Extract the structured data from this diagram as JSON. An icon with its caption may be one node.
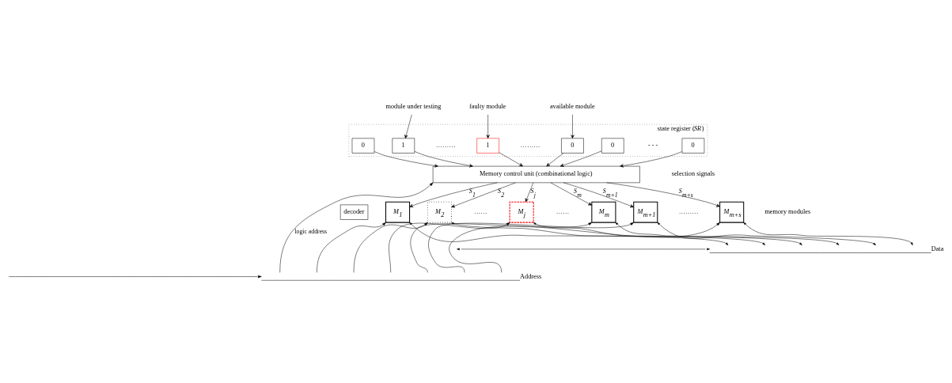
{
  "diagram": {
    "nodes": [
      {
        "text": [
          "module under testing"
        ]
      },
      {
        "text": [
          "faulty module"
        ]
      },
      {
        "text": [
          "available module"
        ]
      },
      {
        "text": [
          "state register (*SR*)"
        ]
      },
      {
        "text": [
          "0"
        ],
        "in": 3
      },
      {
        "text": [
          "1"
        ],
        "in": 3
      },
      {
        "text": [
          "1"
        ],
        "in": 3
      },
      {
        "text": [
          "0"
        ],
        "in": 3
      },
      {
        "text": [
          "0"
        ],
        "in": 3
      },
      {
        "text": [
          "0"
        ],
        "in": 3
      },
      {
        "text": [
          "Memory control unit (combinational logic)"
        ]
      },
      {
        "text": [
          "decoder"
        ]
      },
      {
        "text": [
          "M$_{1}$"
        ]
      },
      {
        "text": [
          "M$_{2}$"
        ]
      },
      {
        "text": [
          "M$_{j}$"
        ]
      },
      {
        "text": [
          "M$_{m}$"
        ]
      },
      {
        "text": [
          "M$_{m+1}$"
        ]
      },
      {
        "text": [
          "M$_{m+s}$"
        ]
      },
      {
        "text": [
          "Data"
        ]
      },
      {
        "text": [
          "Address"
        ]
      }
    ],
    "edges": [
      {
        "from": 0,
        "to": 5,
        "arrow": "to"
      },
      {
        "from": 1,
        "to": 6,
        "arrow": "to"
      },
      {
        "from": 2,
        "to": 7,
        "arrow": "to"
      },
      {
        "from": 4,
        "to": 10,
        "arrow": "to"
      },
      {
        "from": 5,
        "to": 10,
        "arrow": "to"
      },
      {
        "from": 6,
        "to": 10,
        "arrow": "to"
      },
      {
        "from": 7,
        "to": 10,
        "arrow": "to"
      },
      {
        "from": 8,
        "to": 10,
        "arrow": "to"
      },
      {
        "from": 9,
        "to": 10,
        "arrow": "to"
      },
      {
        "from": 19,
        "to": 10,
        "arrow": "to",
        "label": "logic address"
      },
      {
        "from": 10,
        "to": 12,
        "arrow": "to",
        "label": "S$_{1}$"
      },
      {
        "from": 10,
        "to": 13,
        "arrow": "to",
        "label": "S$_{2}$"
      },
      {
        "from": 10,
        "to": 14,
        "arrow": "to",
        "label": "S$_{j}$"
      },
      {
        "from": 10,
        "to": 15,
        "arrow": "to",
        "label": "S$_{m}$"
      },
      {
        "from": 10,
        "to": 16,
        "arrow": "to",
        "label": "S$_{m+1}$"
      },
      {
        "from": 10,
        "to": 17,
        "arrow": "to",
        "label": "S$_{m+s}$"
      },
      {
        "from": 19,
        "to": 12,
        "arrow": "to"
      },
      {
        "from": 12,
        "to": 18,
        "arrow": "both"
      },
      {
        "from": 19,
        "to": 13,
        "arrow": "to"
      },
      {
        "from": 13,
        "to": 18,
        "arrow": "both"
      },
      {
        "from": 19,
        "to": 14,
        "arrow": "to"
      },
      {
        "from": 14,
        "to": 18,
        "arrow": "both"
      },
      {
        "from": 19,
        "to": 15,
        "arrow": "to"
      },
      {
        "from": 15,
        "to": 18,
        "arrow": "both"
      },
      {
        "from": 19,
        "to": 16,
        "arrow": "to"
      },
      {
        "from": 16,
        "to": 18,
        "arrow": "both"
      },
      {
        "from": 19,
        "to": 17,
        "arrow": "to"
      },
      {
        "from": 17,
        "to": 18,
        "arrow": "both"
      },
      {
        "from": null,
        "to": 18,
        "arrow": "both"
      },
      {
        "from": null,
        "to": 19,
        "arrow": "to"
      }
    ],
    "labels": [
      "………",
      "………",
      "- - -",
      "selection signals",
      "……",
      "……",
      "………",
      "memory modules"
    ]
  }
}
